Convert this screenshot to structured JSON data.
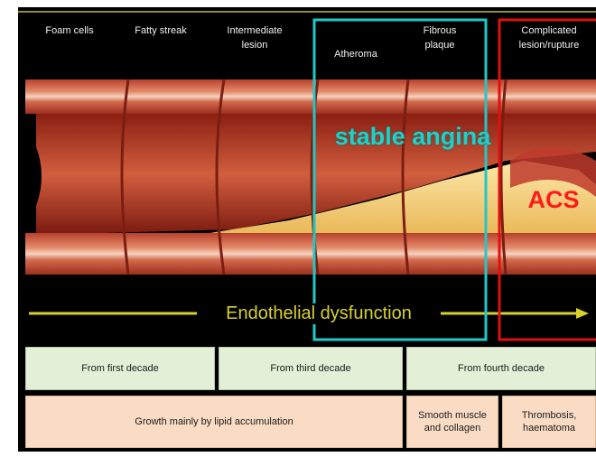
{
  "stages": [
    "Foam cells",
    "Fatty streak",
    "Intermediate lesion",
    "Atheroma",
    "Fibrous plaque",
    "Complicated lesion/rupture"
  ],
  "stable_angina_label": "stable angina",
  "acs_label": "ACS",
  "endothelial_label": "Endothelial dysfunction",
  "timeline": {
    "first_decade": "From first decade",
    "third_decade": "From third decade",
    "fourth_decade": "From fourth decade"
  },
  "growth": {
    "lipid": "Growth mainly by lipid accumulation",
    "smooth_muscle": "Smooth muscle and collagen",
    "thrombosis": "Thrombosis, haematoma"
  },
  "colors": {
    "stable_box": "#22c7c7",
    "acs_box": "#e01010",
    "arrow": "#d8d22a",
    "artery": "#c8513a",
    "plaque": "#f2d27a"
  }
}
